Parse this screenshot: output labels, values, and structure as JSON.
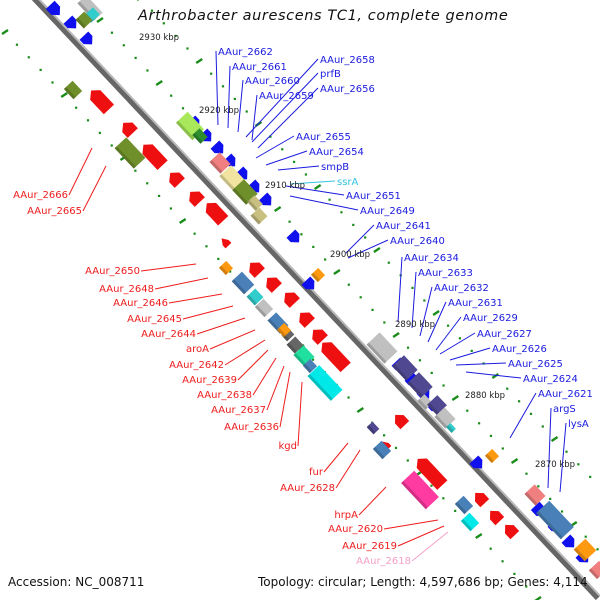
{
  "title": "Arthrobacter aurescens TC1, complete genome",
  "footer": {
    "accession": "Accession: NC_008711",
    "summary": "Topology: circular; Length: 4,597,686 bp; Genes: 4,114"
  },
  "colors": {
    "forward_label": "#1a1adf",
    "reverse_label": "#ee1c1c",
    "rna_label": "#33c3dd",
    "pseudo_label": "#f5a0c8",
    "backbone": "#888888",
    "tick": "#1a8c1a"
  },
  "scale_labels": [
    "2930 kbp",
    "2920 kbp",
    "2910 kbp",
    "2900 kbp",
    "2890 kbp",
    "2880 kbp",
    "2870 kbp"
  ],
  "forward_labels": [
    {
      "text": "AAur_2662",
      "color": "#1a1adf"
    },
    {
      "text": "AAur_2661",
      "color": "#1a1adf"
    },
    {
      "text": "AAur_2660",
      "color": "#1a1adf"
    },
    {
      "text": "AAur_2659",
      "color": "#1a1adf"
    },
    {
      "text": "AAur_2658",
      "color": "#1a1adf"
    },
    {
      "text": "prfB",
      "color": "#1a1adf"
    },
    {
      "text": "AAur_2656",
      "color": "#1a1adf"
    },
    {
      "text": "AAur_2655",
      "color": "#1a1adf"
    },
    {
      "text": "AAur_2654",
      "color": "#1a1adf"
    },
    {
      "text": "smpB",
      "color": "#1a1adf"
    },
    {
      "text": "ssrA",
      "color": "#33c3dd"
    },
    {
      "text": "AAur_2651",
      "color": "#1a1adf"
    },
    {
      "text": "AAur_2649",
      "color": "#1a1adf"
    },
    {
      "text": "AAur_2641",
      "color": "#1a1adf"
    },
    {
      "text": "AAur_2640",
      "color": "#1a1adf"
    },
    {
      "text": "AAur_2634",
      "color": "#1a1adf"
    },
    {
      "text": "AAur_2633",
      "color": "#1a1adf"
    },
    {
      "text": "AAur_2632",
      "color": "#1a1adf"
    },
    {
      "text": "AAur_2631",
      "color": "#1a1adf"
    },
    {
      "text": "AAur_2629",
      "color": "#1a1adf"
    },
    {
      "text": "AAur_2627",
      "color": "#1a1adf"
    },
    {
      "text": "AAur_2626",
      "color": "#1a1adf"
    },
    {
      "text": "AAur_2625",
      "color": "#1a1adf"
    },
    {
      "text": "AAur_2624",
      "color": "#1a1adf"
    },
    {
      "text": "AAur_2621",
      "color": "#1a1adf"
    },
    {
      "text": "argS",
      "color": "#1a1adf"
    },
    {
      "text": "lysA",
      "color": "#1a1adf"
    }
  ],
  "reverse_labels": [
    {
      "text": "AAur_2666",
      "color": "#ee1c1c"
    },
    {
      "text": "AAur_2665",
      "color": "#ee1c1c"
    },
    {
      "text": "AAur_2650",
      "color": "#ee1c1c"
    },
    {
      "text": "AAur_2648",
      "color": "#ee1c1c"
    },
    {
      "text": "AAur_2646",
      "color": "#ee1c1c"
    },
    {
      "text": "AAur_2645",
      "color": "#ee1c1c"
    },
    {
      "text": "AAur_2644",
      "color": "#ee1c1c"
    },
    {
      "text": "aroA",
      "color": "#ee1c1c"
    },
    {
      "text": "AAur_2642",
      "color": "#ee1c1c"
    },
    {
      "text": "AAur_2639",
      "color": "#ee1c1c"
    },
    {
      "text": "AAur_2638",
      "color": "#ee1c1c"
    },
    {
      "text": "AAur_2637",
      "color": "#ee1c1c"
    },
    {
      "text": "AAur_2636",
      "color": "#ee1c1c"
    },
    {
      "text": "kgd",
      "color": "#ee1c1c"
    },
    {
      "text": "fur",
      "color": "#ee1c1c"
    },
    {
      "text": "AAur_2628",
      "color": "#ee1c1c"
    },
    {
      "text": "hrpA",
      "color": "#ee1c1c"
    },
    {
      "text": "AAur_2620",
      "color": "#ee1c1c"
    },
    {
      "text": "AAur_2619",
      "color": "#ee1c1c"
    },
    {
      "text": "AAur_2618",
      "color": "#f5a0c8"
    }
  ]
}
